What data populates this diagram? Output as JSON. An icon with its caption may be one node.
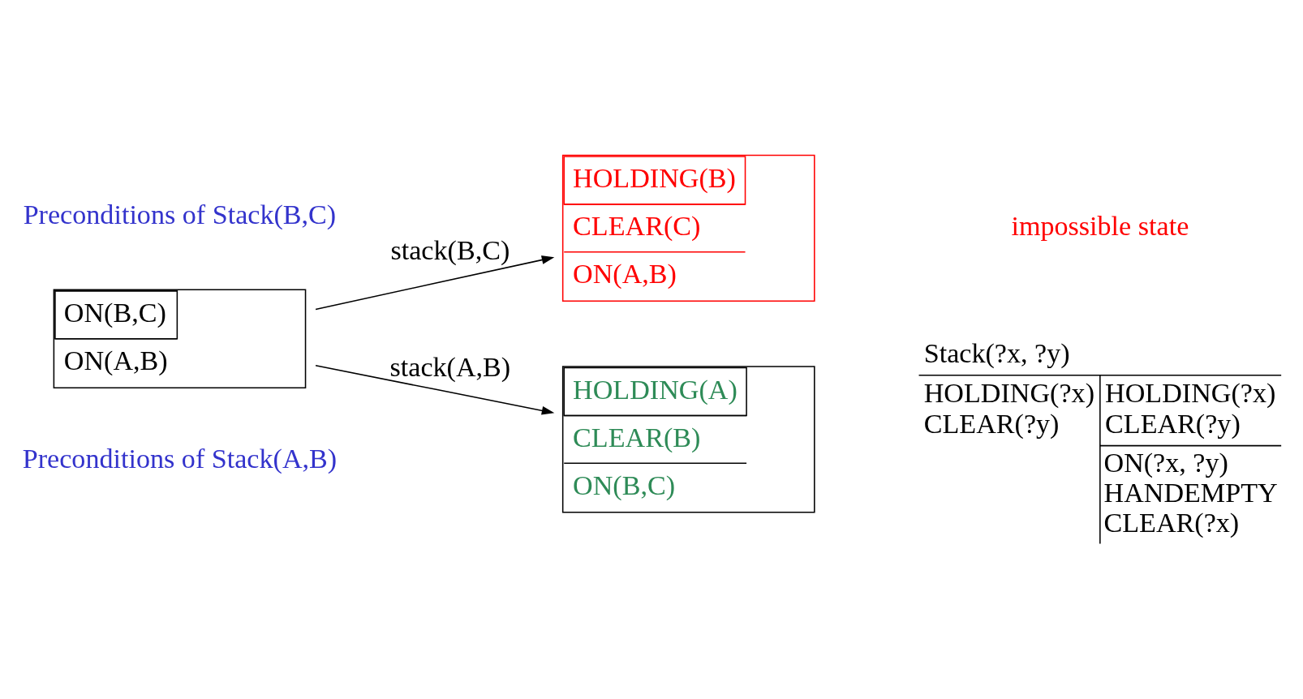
{
  "diagram": {
    "nodes": [
      {
        "text": [
          "ON(B,C)",
          "ON(A,B)"
        ]
      },
      {
        "text": [
          "HOLDING(B)",
          "CLEAR(C)",
          "ON(A,B)"
        ]
      },
      {
        "text": [
          "HOLDING(A)",
          "CLEAR(B)",
          "ON(B,C)"
        ]
      }
    ],
    "edges": [
      {
        "from": 0,
        "to": 1,
        "arrow": "to",
        "label": "stack(B,C)"
      },
      {
        "from": 0,
        "to": 2,
        "arrow": "to",
        "label": "stack(A,B)"
      }
    ],
    "labels": [
      "impossible state",
      "Preconditions of Stack(B,C)",
      "Stack(?x, ?y)",
      "HOLDING(?x)",
      "CLEAR(?y)",
      "HOLDING(?x)",
      "CLEAR(?y)",
      "ON(?x, ?y)",
      "HANDEMPTY",
      "CLEAR(?x)",
      "Preconditions of Stack(A,B)"
    ]
  }
}
